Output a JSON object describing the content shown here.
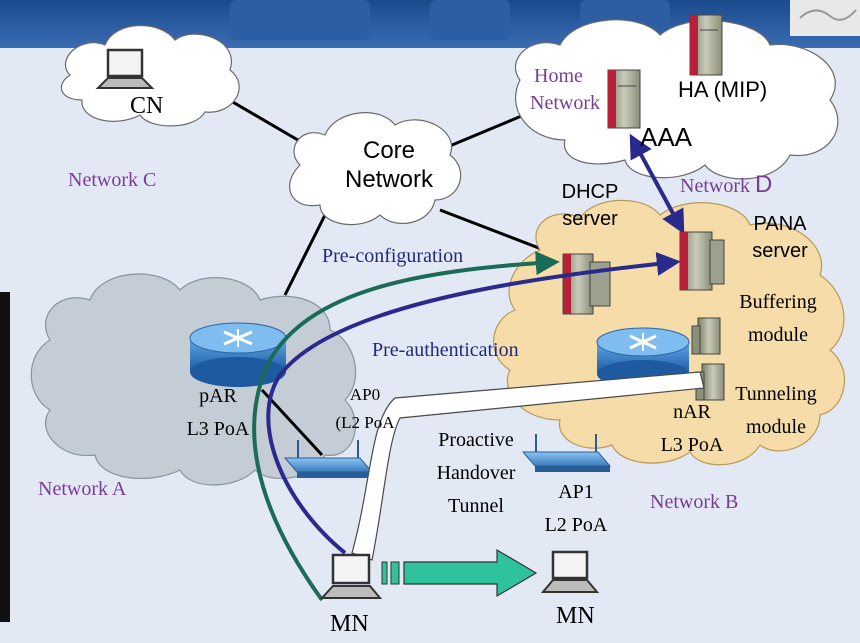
{
  "networks": {
    "c": {
      "name": "CN",
      "label": "Network C"
    },
    "core": {
      "line1": "Core",
      "line2": "Network"
    },
    "d": {
      "home_line1": "Home",
      "home_line2": "Network",
      "ha": "HA (MIP)",
      "aaa": "AAA",
      "label_prefix": "Network ",
      "label_letter": "D"
    },
    "a": {
      "par_line1": "pAR",
      "par_line2": "L3 PoA",
      "ap0_line1": "AP0",
      "ap0_line2": "(L2 PoA",
      "label": "Network A"
    },
    "b": {
      "dhcp_line1": "DHCP",
      "dhcp_line2": "server",
      "pana_line1": "PANA",
      "pana_line2": "server",
      "buf_line1": "Buffering",
      "buf_line2": "module",
      "tun_line1": "Tunneling",
      "tun_line2": "module",
      "nar_line1": "nAR",
      "nar_line2": "L3 PoA",
      "ap1_line1": "AP1",
      "ap1_line2": "L2 PoA",
      "label": "Network B"
    }
  },
  "flows": {
    "preconfig": "Pre-configuration",
    "preauth": "Pre-authentication",
    "tunnel_line1": "Proactive",
    "tunnel_line2": "Handover",
    "tunnel_line3": "Tunnel"
  },
  "mn": {
    "old": "MN",
    "new": "MN"
  },
  "colors": {
    "green": "#1a6b57",
    "navy": "#2a2a8c",
    "cloud_a": "#c4ccd5",
    "cloud_b": "#f5dca8",
    "cloud_white": "#ffffff",
    "label_purple": "#7b3c96",
    "arrow_fill": "#2fc39d"
  }
}
